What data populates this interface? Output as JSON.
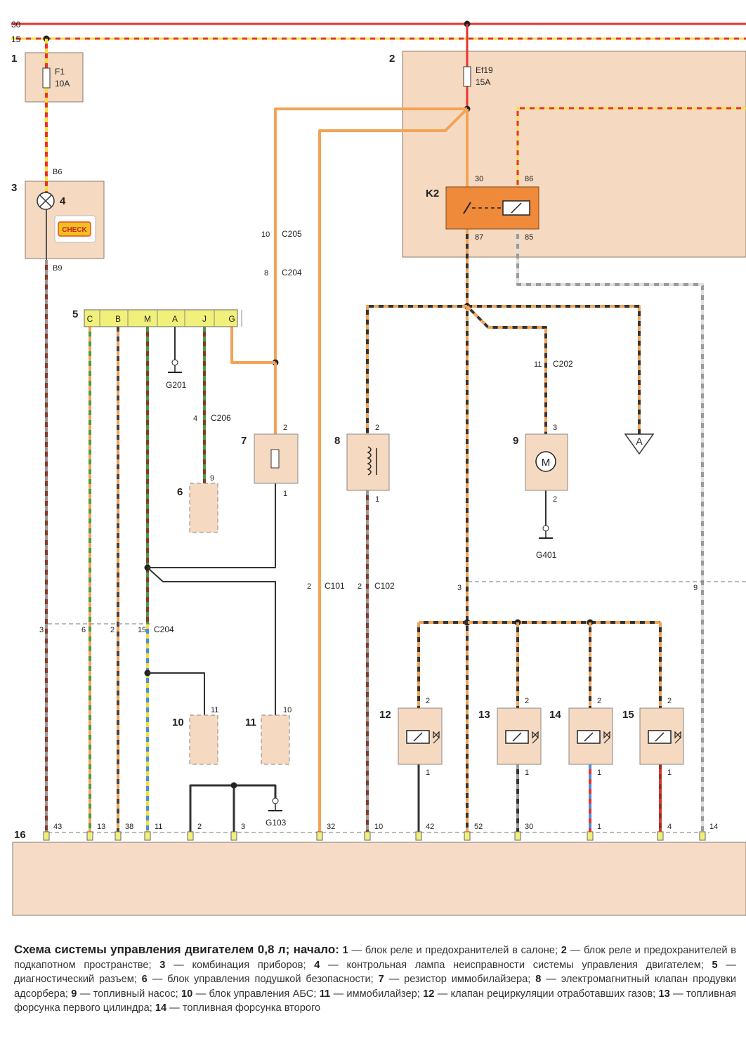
{
  "rails": {
    "r30": "30",
    "r15": "15"
  },
  "components": {
    "c1": {
      "num": "1",
      "fuse_name": "F1",
      "fuse_rating": "10A",
      "pin_out": "B6"
    },
    "c2": {
      "num": "2",
      "fuse_name": "Ef19",
      "fuse_rating": "15A"
    },
    "c3": {
      "num": "3",
      "pin_out": "B9"
    },
    "c4": {
      "num": "4",
      "badge": "CHECK"
    },
    "k2": {
      "name": "K2",
      "pin_30": "30",
      "pin_86": "86",
      "pin_87": "87",
      "pin_85": "85"
    },
    "c5": {
      "num": "5",
      "pins": [
        "C",
        "B",
        "M",
        "A",
        "J",
        "G"
      ]
    },
    "c6": {
      "num": "6",
      "pin": "9"
    },
    "c7": {
      "num": "7",
      "pin_top": "2",
      "pin_bottom": "1"
    },
    "c8": {
      "num": "8",
      "pin_top": "2",
      "pin_bottom": "1"
    },
    "c9": {
      "num": "9",
      "motor": "M",
      "pin_top": "3",
      "pin_bottom": "2"
    },
    "c10": {
      "num": "10",
      "pin": "11"
    },
    "c11": {
      "num": "11",
      "pin": "10"
    },
    "c12": {
      "num": "12",
      "pin_top": "2",
      "pin_bottom": "1"
    },
    "c13": {
      "num": "13",
      "pin_top": "2",
      "pin_bottom": "1"
    },
    "c14": {
      "num": "14",
      "pin_top": "2",
      "pin_bottom": "1"
    },
    "c15": {
      "num": "15",
      "pin_top": "2",
      "pin_bottom": "1"
    },
    "c16": {
      "num": "16"
    },
    "ref_a": "A"
  },
  "connectors": {
    "c205": {
      "name": "C205",
      "pin": "10"
    },
    "c204_upper": {
      "name": "C204",
      "pin": "8"
    },
    "c206": {
      "name": "C206",
      "pin": "4"
    },
    "c202": {
      "name": "C202",
      "pin": "11"
    },
    "c101": {
      "name": "C101",
      "pin": "2"
    },
    "c102": {
      "name": "C102",
      "pin": "2"
    },
    "c204_lower": {
      "name": "C204",
      "pins": [
        "3",
        "6",
        "2",
        "15"
      ]
    },
    "k2_line_pins": [
      "3",
      "9"
    ]
  },
  "grounds": {
    "g201": "G201",
    "g401": "G401",
    "g103": "G103"
  },
  "ecu_pins": [
    "43",
    "13",
    "38",
    "11",
    "2",
    "3",
    "32",
    "10",
    "42",
    "52",
    "30",
    "1",
    "4",
    "14"
  ],
  "caption": {
    "title": "Схема системы управления двигателем 0,8 л; начало:",
    "items": [
      {
        "n": "1",
        "t": " — блок реле и предохранителей в салоне; "
      },
      {
        "n": "2",
        "t": " — блок реле и предохранителей в подкапотном пространстве; "
      },
      {
        "n": "3",
        "t": " — комбинация приборов; "
      },
      {
        "n": "4",
        "t": " — контрольная лампа неисправности системы управления двигателем; "
      },
      {
        "n": "5",
        "t": " — диагностический разъем; "
      },
      {
        "n": "6",
        "t": " — блок управления подушкой безопасности; "
      },
      {
        "n": "7",
        "t": " — резистор иммобилайзера; "
      },
      {
        "n": "8",
        "t": " — электромагнитный клапан продувки адсорбера; "
      },
      {
        "n": "9",
        "t": " — топливный насос; "
      },
      {
        "n": "10",
        "t": " — блок управления АБС; "
      },
      {
        "n": "11",
        "t": " — иммобилайзер; "
      },
      {
        "n": "12",
        "t": " — клапан рециркуляции отработавших газов; "
      },
      {
        "n": "13",
        "t": " — топливная форсунка первого цилиндра; "
      },
      {
        "n": "14",
        "t": " — топливная форсунка второго"
      }
    ]
  },
  "colors": {
    "red": "#e8322f",
    "yellow": "#f3e23a",
    "orange": "#f2a357",
    "black": "#2b2b2b",
    "brown": "#8a3a2a",
    "green": "#4f9a45",
    "blue": "#4a8fd9",
    "gray": "#9a9a9a",
    "box": "#f5d9c0",
    "relay": "#ee8a3a",
    "connector": "#f0f07a",
    "ecu": "#f6dcc6"
  }
}
